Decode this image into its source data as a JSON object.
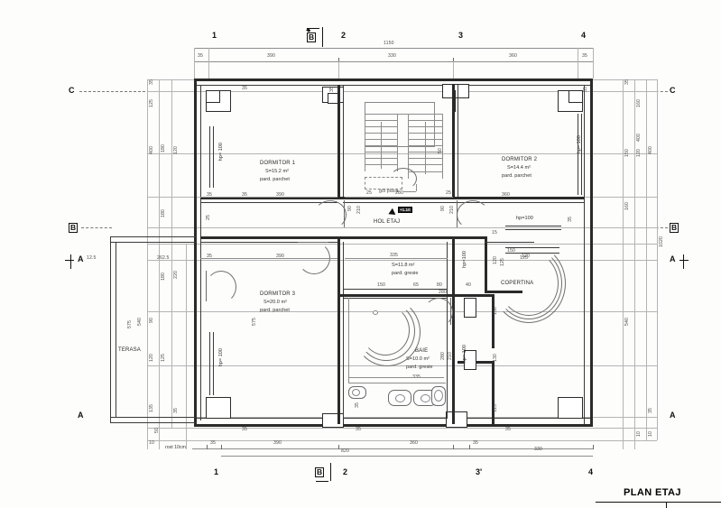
{
  "drawing": {
    "title": "PLAN ETAJ",
    "note_rost": "rost 10cm"
  },
  "grid_labels": {
    "top": [
      "1",
      "2",
      "3",
      "4"
    ],
    "bottom": [
      "1",
      "2",
      "3'",
      "4"
    ],
    "left": [
      "C",
      "B",
      "A"
    ],
    "right": [
      "C",
      "B",
      "A"
    ]
  },
  "section_marks": {
    "top": "B",
    "bottom": "B",
    "left": "A",
    "right": "A"
  },
  "rooms": [
    {
      "name": "DORMITOR 1",
      "area": "S=15.2 m²",
      "finish": "pard. parchet"
    },
    {
      "name": "DORMITOR 2",
      "area": "S=14.4 m²",
      "finish": "pard. parchet"
    },
    {
      "name": "DORMITOR 3",
      "area": "S=20.0 m²",
      "finish": "pard.  parchet"
    },
    {
      "name": "HOL ETAJ",
      "area": "S=11.8 m²",
      "finish": "pard. gresie"
    },
    {
      "name": "BAIE",
      "area": "S=10.0 m²",
      "finish": "pard.  gresie"
    },
    {
      "name": "COPERTINA",
      "area": "",
      "finish": ""
    },
    {
      "name": "TERASA",
      "area": "",
      "finish": ""
    }
  ],
  "annotations": {
    "gol_placa": "gol placa",
    "hp_labels": [
      "hp= 100",
      "hp= 100",
      "hp= 100",
      "hp= 100",
      "hp=100",
      "hp=100"
    ]
  },
  "dimensions": {
    "top_overall": "1150",
    "top_chain": [
      "35",
      "390",
      "330",
      "360",
      "35"
    ],
    "bottom_chain": [
      "35",
      "390",
      "360",
      "35",
      "330"
    ],
    "bottom_overall": "820",
    "bottom_small": [
      "10",
      "35",
      "10"
    ],
    "left_outer": [
      "35",
      "125",
      "400",
      "180",
      "120",
      "180"
    ],
    "left_lower": [
      "12.5",
      "262.5",
      "180",
      "220",
      "575",
      "540",
      "90",
      "120",
      "125",
      "135",
      "35"
    ],
    "right_outer": [
      "35",
      "160",
      "150",
      "120",
      "400",
      "160",
      "1020"
    ],
    "right_lower": [
      "125",
      "540",
      "35",
      "10",
      "400",
      "115",
      "150",
      "130"
    ],
    "interior": [
      "35",
      "390",
      "25",
      "280",
      "25",
      "90",
      "210",
      "90",
      "210",
      "335",
      "150",
      "65",
      "80",
      "40",
      "280",
      "50",
      "335",
      "120",
      "150",
      "15",
      "35",
      "20",
      "30",
      "35",
      "360",
      "330",
      "100"
    ]
  },
  "colors": {
    "ink": "#2a2a2a",
    "dim_ink": "#4d4d4d",
    "paper": "#fdfdfc"
  }
}
